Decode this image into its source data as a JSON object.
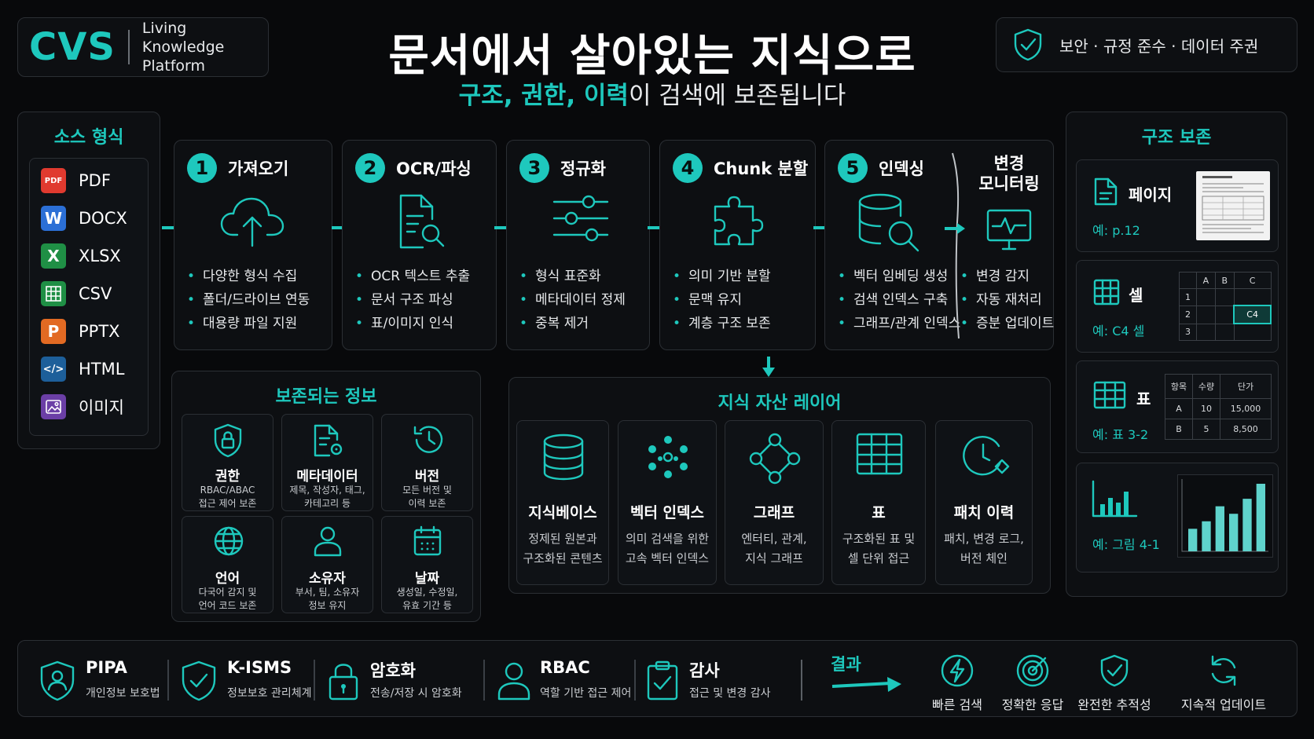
{
  "header": {
    "logo_mark": "CVS",
    "logo_line1": "Living Knowledge",
    "logo_line2": "Platform",
    "title": "문서에서 살아있는 지식으로",
    "subtitle_highlight": "구조, 권한, 이력",
    "subtitle_rest": "이 검색에 보존됩니다",
    "compliance": "보안 · 규정 준수 · 데이터 주권"
  },
  "sources": {
    "title": "소스 형식",
    "items": [
      {
        "label": "PDF",
        "icon": "pdf-icon",
        "color": "#e03a2f",
        "glyph": "PDF"
      },
      {
        "label": "DOCX",
        "icon": "word-icon",
        "color": "#2b6fd6",
        "glyph": "W"
      },
      {
        "label": "XLSX",
        "icon": "excel-icon",
        "color": "#1f8f45",
        "glyph": "X"
      },
      {
        "label": "CSV",
        "icon": "csv-grid-icon",
        "color": "#1f8f45",
        "glyph": ""
      },
      {
        "label": "PPTX",
        "icon": "powerpoint-icon",
        "color": "#e26a23",
        "glyph": "P"
      },
      {
        "label": "HTML",
        "icon": "code-icon",
        "color": "#1d5f9a",
        "glyph": "</>"
      },
      {
        "label": "이미지",
        "icon": "image-icon",
        "color": "#6b3fa6",
        "glyph": ""
      }
    ]
  },
  "pipeline": {
    "steps": [
      {
        "num": "1",
        "title": "가져오기",
        "icon": "cloud-upload-icon",
        "bullets": [
          "다양한 형식 수집",
          "폴더/드라이브 연동",
          "대용량 파일 지원"
        ]
      },
      {
        "num": "2",
        "title": "OCR/파싱",
        "icon": "document-search-icon",
        "bullets": [
          "OCR 텍스트 추출",
          "문서 구조 파싱",
          "표/이미지 인식"
        ]
      },
      {
        "num": "3",
        "title": "정규화",
        "icon": "sliders-icon",
        "bullets": [
          "형식 표준화",
          "메타데이터 정제",
          "중복 제거"
        ]
      },
      {
        "num": "4",
        "title": "Chunk 분할",
        "icon": "puzzle-icon",
        "bullets": [
          "의미 기반 분할",
          "문맥 유지",
          "계층 구조 보존"
        ]
      },
      {
        "num": "5",
        "title": "인덱싱",
        "icon": "database-search-icon",
        "bullets": [
          "벡터 임베딩 생성",
          "검색 인덱스 구축",
          "그래프/관계 인덱스"
        ]
      }
    ],
    "monitoring": {
      "title_line1": "변경",
      "title_line2": "모니터링",
      "icon": "monitor-pulse-icon",
      "bullets": [
        "변경 감지",
        "자동 재처리",
        "증분 업데이트"
      ]
    }
  },
  "preserved": {
    "title": "보존되는 정보",
    "items": [
      {
        "title": "권한",
        "desc1": "RBAC/ABAC",
        "desc2": "접근 제어 보존",
        "icon": "shield-lock-icon"
      },
      {
        "title": "메타데이터",
        "desc1": "제목, 작성자, 태그,",
        "desc2": "카테고리 등",
        "icon": "document-gear-icon"
      },
      {
        "title": "버전",
        "desc1": "모든 버전 및",
        "desc2": "이력 보존",
        "icon": "history-icon"
      },
      {
        "title": "언어",
        "desc1": "다국어 감지 및",
        "desc2": "언어 코드 보존",
        "icon": "globe-icon"
      },
      {
        "title": "소유자",
        "desc1": "부서, 팀, 소유자",
        "desc2": "정보 유지",
        "icon": "user-icon"
      },
      {
        "title": "날짜",
        "desc1": "생성일, 수정일,",
        "desc2": "유효 기간 등",
        "icon": "calendar-icon"
      }
    ]
  },
  "asset_layer": {
    "title": "지식 자산 레이어",
    "items": [
      {
        "title": "지식베이스",
        "desc1": "정제된 원본과",
        "desc2": "구조화된 콘텐츠",
        "icon": "database-icon"
      },
      {
        "title": "벡터 인덱스",
        "desc1": "의미 검색을 위한",
        "desc2": "고속 벡터 인덱스",
        "icon": "vector-dots-icon"
      },
      {
        "title": "그래프",
        "desc1": "엔터티, 관계,",
        "desc2": "지식 그래프",
        "icon": "graph-icon"
      },
      {
        "title": "표",
        "desc1": "구조화된 표 및",
        "desc2": "셀 단위 접근",
        "icon": "table-icon"
      },
      {
        "title": "패치 이력",
        "desc1": "패치, 변경 로그,",
        "desc2": "버전 체인",
        "icon": "clock-patch-icon"
      }
    ]
  },
  "structure": {
    "title": "구조 보존",
    "page": {
      "label": "페이지",
      "example": "예: p.12",
      "icon": "page-icon"
    },
    "cell": {
      "label": "셀",
      "example": "예: C4 셀",
      "icon": "grid-icon",
      "grid": {
        "cols": [
          "A",
          "B",
          "C"
        ],
        "rows": [
          "1",
          "2",
          "3"
        ],
        "highlight": "C4"
      }
    },
    "table": {
      "label": "표",
      "example": "예: 표 3-2",
      "icon": "table-icon",
      "headers": [
        "항목",
        "수량",
        "단가"
      ],
      "rows": [
        [
          "A",
          "10",
          "15,000"
        ],
        [
          "B",
          "5",
          "8,500"
        ]
      ]
    },
    "figure": {
      "label": "",
      "example": "예: 그림 4-1",
      "icon": "bar-chart-icon",
      "bar_values": [
        3,
        4,
        6,
        5,
        7,
        9
      ]
    }
  },
  "footer": {
    "items": [
      {
        "title": "PIPA",
        "desc": "개인정보 보호법",
        "icon": "shield-user-icon"
      },
      {
        "title": "K-ISMS",
        "desc": "정보보호 관리체계",
        "icon": "shield-check-icon"
      },
      {
        "title": "암호화",
        "desc": "전송/저장 시 암호화",
        "icon": "lock-icon"
      },
      {
        "title": "RBAC",
        "desc": "역할 기반 접근 제어",
        "icon": "user-icon"
      },
      {
        "title": "감사",
        "desc": "접근 및 변경 감사",
        "icon": "clipboard-check-icon"
      }
    ],
    "result_label": "결과",
    "results": [
      {
        "label": "빠른 검색",
        "icon": "lightning-icon"
      },
      {
        "label": "정확한 응답",
        "icon": "target-icon"
      },
      {
        "label": "완전한 추적성",
        "icon": "shield-check-icon"
      },
      {
        "label": "지속적 업데이트",
        "icon": "refresh-icon"
      }
    ]
  },
  "colors": {
    "accent": "#1ec8bd",
    "background": "#08090b",
    "border": "#2b2f34"
  }
}
